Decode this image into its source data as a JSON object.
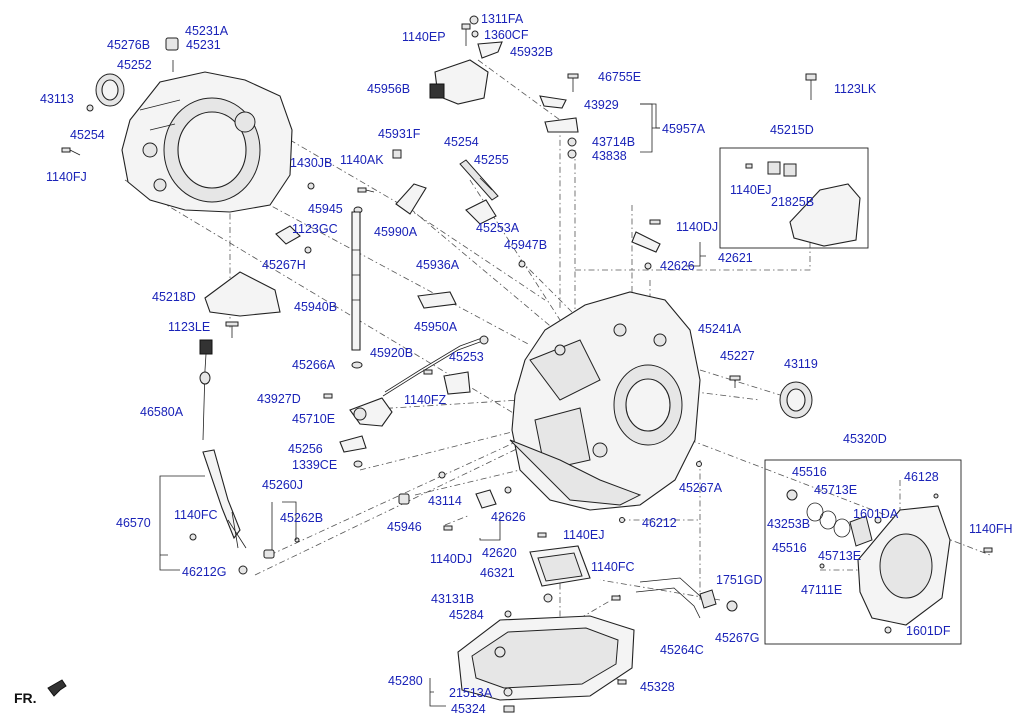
{
  "diagram": {
    "orientation_label": "FR.",
    "part_numbers": [
      "45231A",
      "45276B",
      "45231",
      "45252",
      "43113",
      "45254",
      "1140FJ",
      "1430JB",
      "1140AK",
      "45945",
      "1123GC",
      "45267H",
      "45218D",
      "1123LE",
      "46580A",
      "46570",
      "1140FC",
      "46212G",
      "45260J",
      "45262B",
      "1311FA",
      "1140EP",
      "1360CF",
      "45932B",
      "45956B",
      "46755E",
      "43929",
      "45957A",
      "43714B",
      "43838",
      "1123LK",
      "45215D",
      "1140EJ",
      "21825B",
      "45931F",
      "45254",
      "45255",
      "45990A",
      "45253A",
      "45940B",
      "45947B",
      "45936A",
      "45950A",
      "1140DJ",
      "42621",
      "42626",
      "45241A",
      "45227",
      "43119",
      "45266A",
      "45920B",
      "45253",
      "1140FZ",
      "43927D",
      "45710E",
      "45256",
      "1339CE",
      "45320D",
      "45516",
      "45713E",
      "46128",
      "43253B",
      "1601DA",
      "1140FH",
      "45516",
      "45713E",
      "47111E",
      "1601DF",
      "43114",
      "42626",
      "45267A",
      "45946",
      "46212",
      "1140DJ",
      "42620",
      "1140EJ",
      "46321",
      "1140FC",
      "1751GD",
      "43131B",
      "45284",
      "45264C",
      "45267G",
      "45280",
      "45328",
      "21513A",
      "45324"
    ]
  }
}
